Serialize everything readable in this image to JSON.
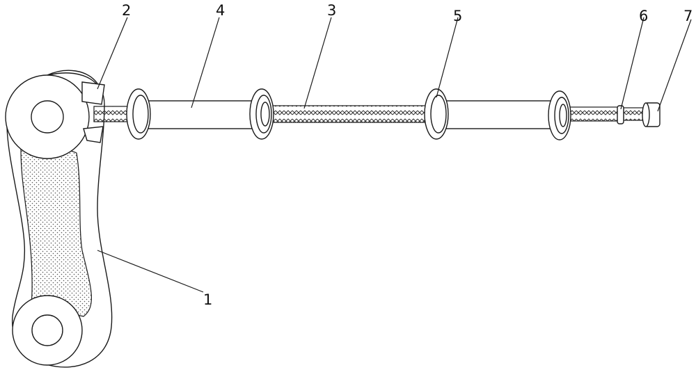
{
  "figure": {
    "labels": {
      "label_1": "1",
      "label_2": "2",
      "label_3": "3",
      "label_4": "4",
      "label_5": "5",
      "label_6": "6",
      "label_7": "7"
    }
  }
}
